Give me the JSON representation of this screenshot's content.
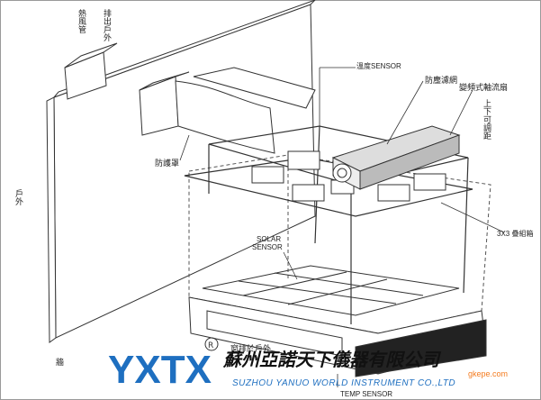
{
  "labels": {
    "exhaust_pipe": "排出戶外",
    "hot_air_pipe": "熱風管",
    "temp_sensor_top": "溫度SENSOR",
    "protective_net": "防塵濾網",
    "variable_fan": "變頻式軸流扇",
    "adjustable": "上下可調距",
    "protective_cover": "防護罩",
    "outdoor": "戶外",
    "stack_box": "3X3 疊組箱",
    "solar_sensor_line1": "SOLAR",
    "solar_sensor_line2": "SENSOR",
    "wall": "牆",
    "exhaust_outdoor": "窗排於戶外",
    "temp_sensor_bottom": "TEMP SENSOR"
  },
  "company": {
    "logo_text": "YXTX",
    "registered": "R",
    "name_cn": "蘇州亞諾天下儀器有限公司",
    "name_en": "SUZHOU YANUO WORLD INSTRUMENT CO.,LTD",
    "watermark": "gkepe.com"
  },
  "colors": {
    "line": "#333333",
    "logo_blue": "#1e6fc0",
    "logo_red": "#e0301e",
    "watermark": "#f47c20"
  }
}
